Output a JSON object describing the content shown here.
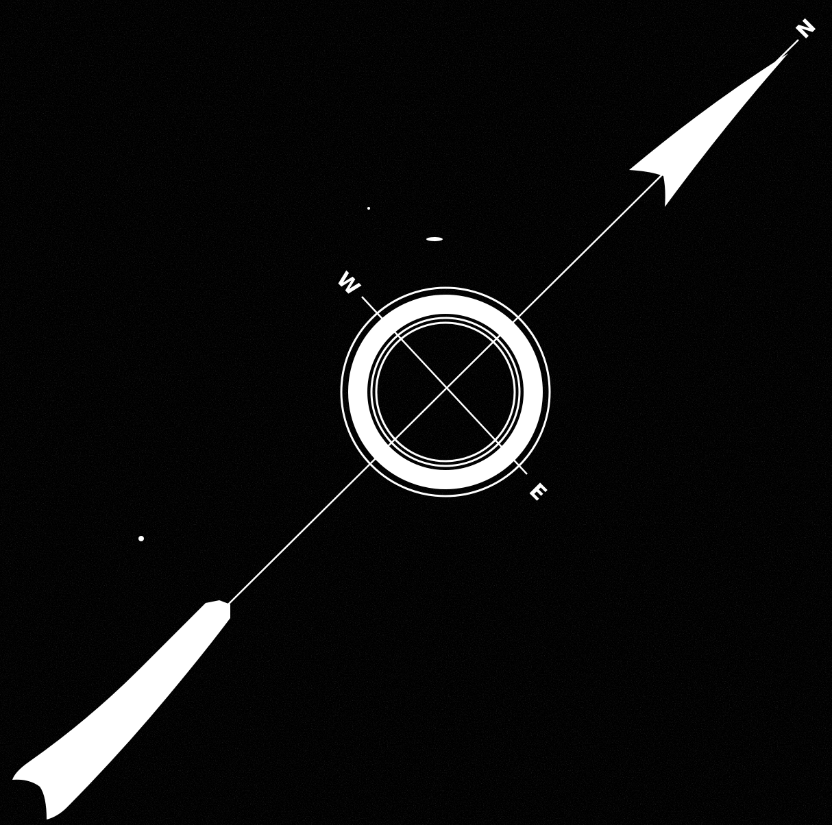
{
  "compass": {
    "labels": {
      "north": "N",
      "west": "W",
      "east": "E"
    },
    "colors": {
      "background": "#000000",
      "foreground": "#ffffff"
    }
  }
}
